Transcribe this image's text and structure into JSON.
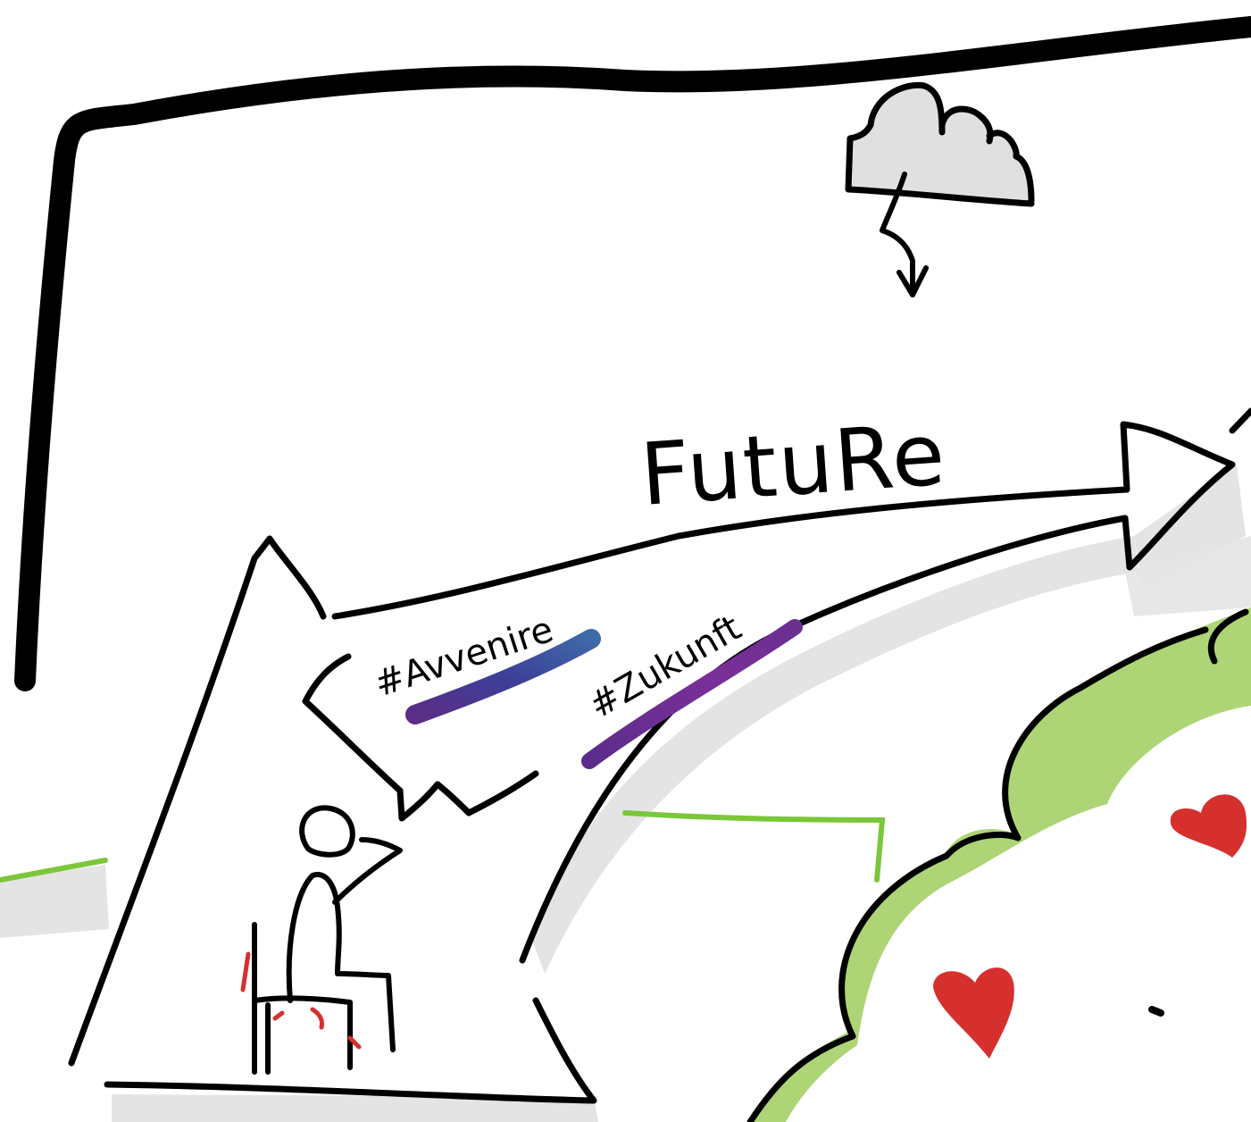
{
  "drawing": {
    "main_word": "FutuRe",
    "tag_italian": "#Avvenire",
    "tag_german": "#Zukunft"
  },
  "colors": {
    "ink": "#000000",
    "shadow": "#e4e4e4",
    "grass": "#add575",
    "grass_line": "#7bc73a",
    "heart": "#d6302e",
    "chair_accent": "#d6302e",
    "cloud_fill": "#e0e0e0",
    "highlight_blue": "#3b5b9a",
    "highlight_purple": "#6d2f8f"
  },
  "icons": [
    "cloud-icon",
    "lightning-icon",
    "heart-icon",
    "person-icon",
    "chair-icon"
  ]
}
